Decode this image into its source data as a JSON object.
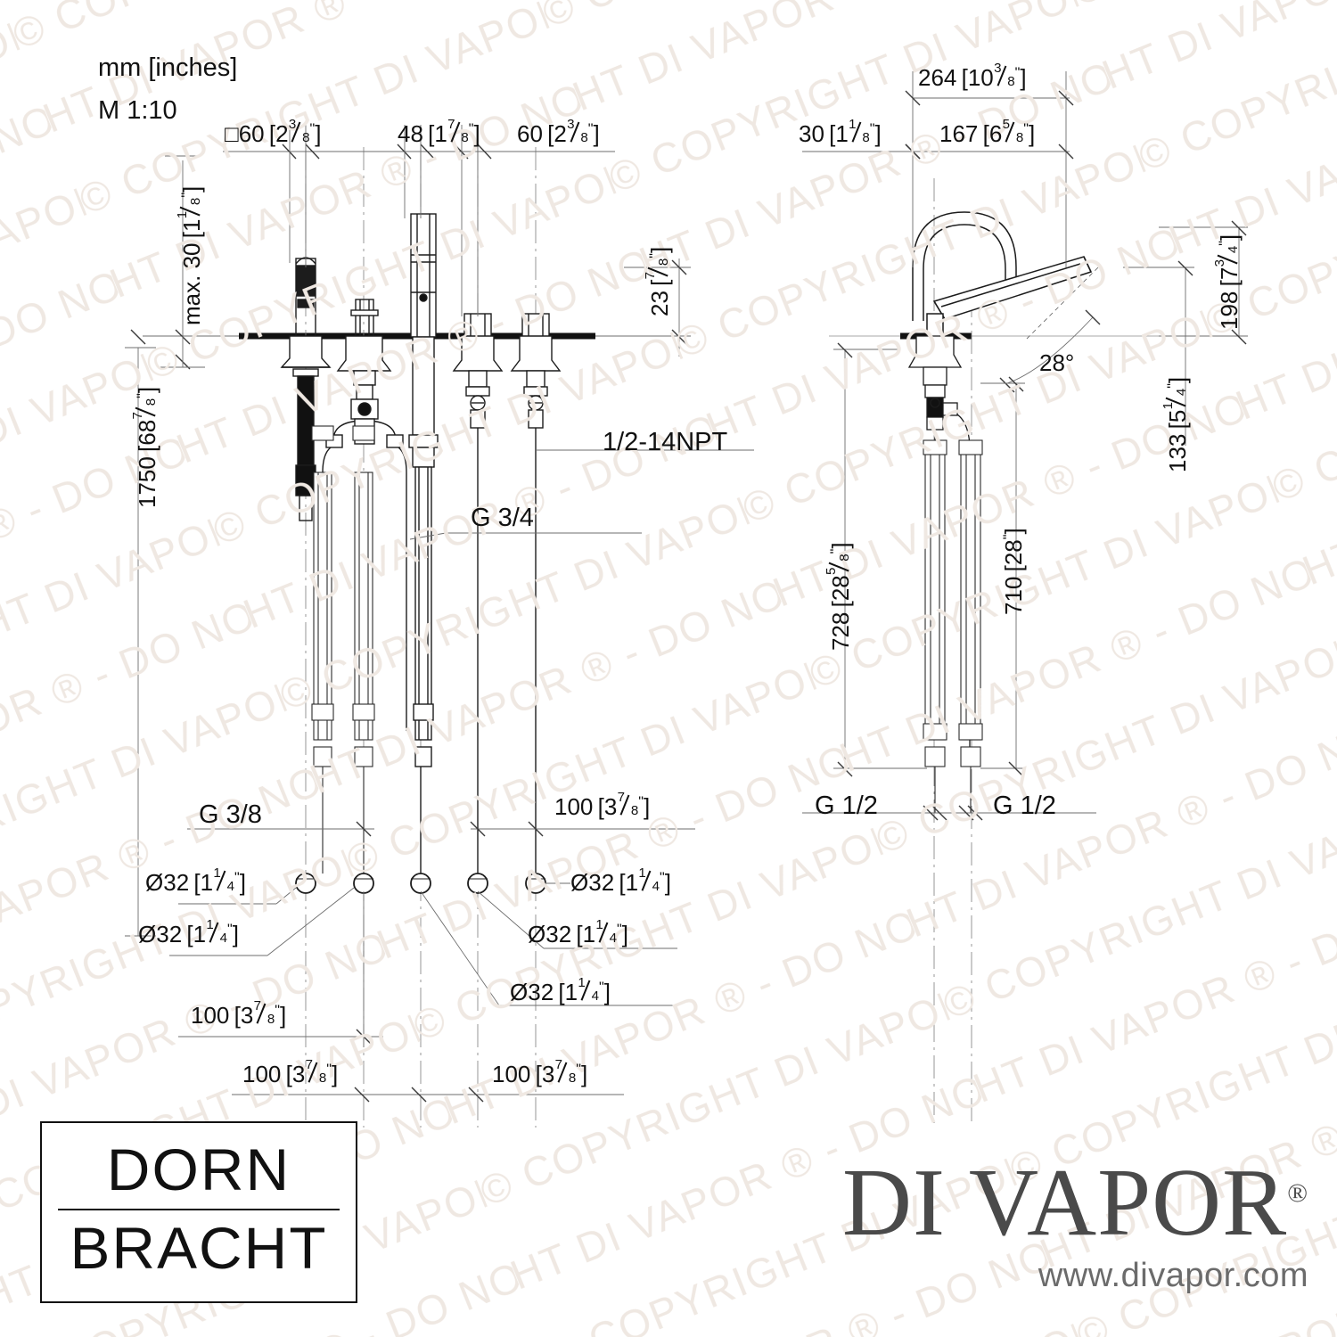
{
  "document": {
    "units_note": "mm [inches]",
    "scale_note": "M 1:10"
  },
  "left_view": {
    "top_dims": [
      {
        "name": "square-60",
        "prefix": "□",
        "mm": "60",
        "inch_whole": "2",
        "inch_num": "3",
        "inch_den": "8"
      },
      {
        "name": "dim-48",
        "prefix": "",
        "mm": "48",
        "inch_whole": "1",
        "inch_num": "7",
        "inch_den": "8"
      },
      {
        "name": "dim-60",
        "prefix": "",
        "mm": "60",
        "inch_whole": "2",
        "inch_num": "3",
        "inch_den": "8"
      }
    ],
    "left_vert_dims": [
      {
        "name": "max-30",
        "text_prefix": "max. 30",
        "mm": "30",
        "inch_whole": "1",
        "inch_num": "1",
        "inch_den": "8"
      },
      {
        "name": "dim-1750",
        "text_prefix": "1750",
        "mm": "1750",
        "inch_whole": "68",
        "inch_num": "7",
        "inch_den": "8"
      }
    ],
    "right_vert_dim": {
      "name": "dim-23",
      "mm": "23",
      "inch_whole": "",
      "inch_num": "7",
      "inch_den": "8"
    },
    "thread_npt": "1/2-14NPT",
    "thread_g34": "G 3/4",
    "thread_g38": "G 3/8",
    "spacing_labels": [
      {
        "id": "sp-a",
        "mm": "100",
        "inch_whole": "3",
        "inch_num": "7",
        "inch_den": "8"
      },
      {
        "id": "sp-b",
        "mm": "100",
        "inch_whole": "3",
        "inch_num": "7",
        "inch_den": "8"
      },
      {
        "id": "sp-c",
        "mm": "100",
        "inch_whole": "3",
        "inch_num": "7",
        "inch_den": "8"
      },
      {
        "id": "sp-d",
        "mm": "100",
        "inch_whole": "3",
        "inch_num": "7",
        "inch_den": "8"
      }
    ],
    "hole_labels": [
      {
        "id": "hole-1",
        "sym": "Ø",
        "mm": "32",
        "inch_whole": "1",
        "inch_num": "1",
        "inch_den": "4"
      },
      {
        "id": "hole-2",
        "sym": "Ø",
        "mm": "32",
        "inch_whole": "1",
        "inch_num": "1",
        "inch_den": "4"
      },
      {
        "id": "hole-3",
        "sym": "Ø",
        "mm": "32",
        "inch_whole": "1",
        "inch_num": "1",
        "inch_den": "4"
      },
      {
        "id": "hole-4",
        "sym": "Ø",
        "mm": "32",
        "inch_whole": "1",
        "inch_num": "1",
        "inch_den": "4"
      },
      {
        "id": "hole-5",
        "sym": "Ø",
        "mm": "32",
        "inch_whole": "1",
        "inch_num": "1",
        "inch_den": "4"
      }
    ]
  },
  "right_view": {
    "top_dims": [
      {
        "name": "dim-264",
        "mm": "264",
        "inch_whole": "10",
        "inch_num": "3",
        "inch_den": "8"
      },
      {
        "name": "dim-30",
        "mm": "30",
        "inch_whole": "1",
        "inch_num": "1",
        "inch_den": "8"
      },
      {
        "name": "dim-167",
        "mm": "167",
        "inch_whole": "6",
        "inch_num": "5",
        "inch_den": "8"
      }
    ],
    "right_dims": [
      {
        "name": "dim-198",
        "mm": "198",
        "inch_whole": "7",
        "inch_num": "3",
        "inch_den": "4"
      },
      {
        "name": "dim-133",
        "mm": "133",
        "inch_whole": "5",
        "inch_num": "1",
        "inch_den": "4"
      }
    ],
    "vert_dims": [
      {
        "name": "dim-728",
        "mm": "728",
        "inch_whole": "28",
        "inch_num": "5",
        "inch_den": "8"
      },
      {
        "name": "dim-710",
        "mm": "710",
        "inch_whole": "28",
        "inch_num": "",
        "inch_den": ""
      }
    ],
    "angle": "28°",
    "threads": [
      {
        "id": "g12-left",
        "label": "G 1/2"
      },
      {
        "id": "g12-right",
        "label": "G 1/2"
      }
    ]
  },
  "branding": {
    "manufacturer_line1": "DORN",
    "manufacturer_line2": "BRACHT",
    "retailer_name": "DI VAPOR",
    "retailer_reg": "®",
    "retailer_url": "www.divapor.com"
  },
  "watermark": {
    "text": "© COPYRIGHT DI VAPOR ® - DO NOT COPY - ",
    "color": "#efe9e4"
  },
  "colors": {
    "line": "#3a3a3a",
    "dim_line": "#6d6d6d",
    "text": "#111111",
    "logo_gray": "#4a4a4a"
  }
}
